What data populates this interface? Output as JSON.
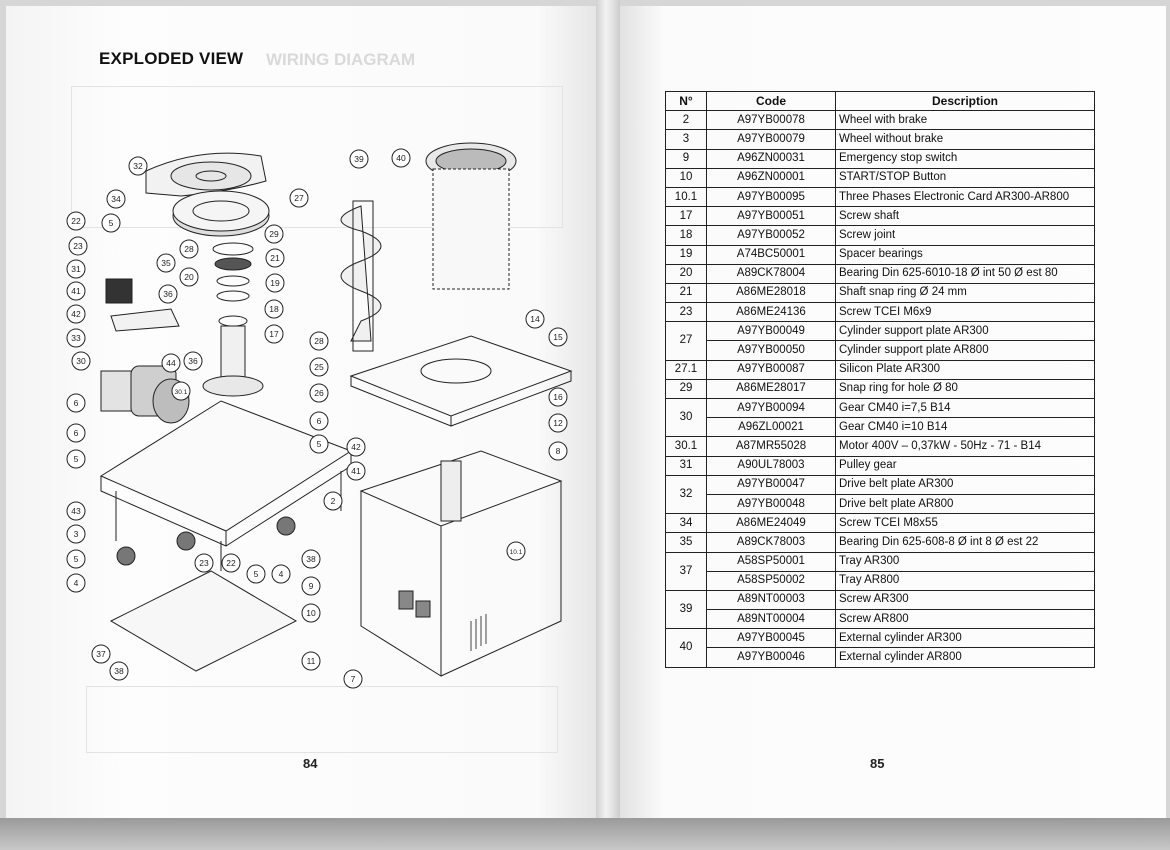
{
  "left_page": {
    "title": "EXPLODED VIEW",
    "ghost_heading": "WIRING DIAGRAM",
    "page_number": "84",
    "callouts": [
      "32",
      "39",
      "40",
      "34",
      "27",
      "5",
      "29",
      "22",
      "28",
      "35",
      "21",
      "23",
      "20",
      "19",
      "31",
      "41",
      "36",
      "42",
      "33",
      "18",
      "17",
      "30",
      "44",
      "36",
      "28",
      "14",
      "15",
      "25",
      "30.1",
      "26",
      "6",
      "6",
      "16",
      "12",
      "6",
      "5",
      "42",
      "8",
      "41",
      "5",
      "2",
      "43",
      "3",
      "38",
      "9",
      "10.1",
      "5",
      "23",
      "22",
      "5",
      "4",
      "4",
      "10",
      "37",
      "38",
      "11",
      "7"
    ]
  },
  "right_page": {
    "page_number": "85",
    "columns": [
      "N°",
      "Code",
      "Description"
    ],
    "groups": [
      {
        "n": "2",
        "rows": [
          {
            "code": "A97YB00078",
            "desc": "Wheel with brake"
          }
        ]
      },
      {
        "n": "3",
        "rows": [
          {
            "code": "A97YB00079",
            "desc": "Wheel without brake"
          }
        ]
      },
      {
        "n": "9",
        "rows": [
          {
            "code": "A96ZN00031",
            "desc": "Emergency stop switch"
          }
        ]
      },
      {
        "n": "10",
        "rows": [
          {
            "code": "A96ZN00001",
            "desc": "START/STOP Button"
          }
        ]
      },
      {
        "n": "10.1",
        "rows": [
          {
            "code": "A97YB00095",
            "desc": "Three Phases Electronic Card AR300-AR800"
          }
        ]
      },
      {
        "n": "17",
        "rows": [
          {
            "code": "A97YB00051",
            "desc": "Screw shaft"
          }
        ]
      },
      {
        "n": "18",
        "rows": [
          {
            "code": "A97YB00052",
            "desc": "Screw joint"
          }
        ]
      },
      {
        "n": "19",
        "rows": [
          {
            "code": "A74BC50001",
            "desc": "Spacer bearings"
          }
        ]
      },
      {
        "n": "20",
        "rows": [
          {
            "code": "A89CK78004",
            "desc": "Bearing Din 625-6010-18 Ø int 50 Ø est 80"
          }
        ]
      },
      {
        "n": "21",
        "rows": [
          {
            "code": "A86ME28018",
            "desc": "Shaft snap ring Ø 24 mm"
          }
        ]
      },
      {
        "n": "23",
        "rows": [
          {
            "code": "A86ME24136",
            "desc": "Screw TCEI M6x9"
          }
        ]
      },
      {
        "n": "27",
        "rows": [
          {
            "code": "A97YB00049",
            "desc": "Cylinder support plate AR300"
          },
          {
            "code": "A97YB00050",
            "desc": "Cylinder support plate AR800"
          }
        ]
      },
      {
        "n": "27.1",
        "rows": [
          {
            "code": "A97YB00087",
            "desc": "Silicon Plate AR300"
          }
        ]
      },
      {
        "n": "29",
        "rows": [
          {
            "code": "A86ME28017",
            "desc": "Snap ring for hole Ø 80"
          }
        ]
      },
      {
        "n": "30",
        "rows": [
          {
            "code": "A97YB00094",
            "desc": "Gear CM40 i=7,5 B14"
          },
          {
            "code": "A96ZL00021",
            "desc": "Gear CM40 i=10 B14"
          }
        ]
      },
      {
        "n": "30.1",
        "rows": [
          {
            "code": "A87MR55028",
            "desc": "Motor 400V – 0,37kW - 50Hz - 71 - B14"
          }
        ]
      },
      {
        "n": "31",
        "rows": [
          {
            "code": "A90UL78003",
            "desc": "Pulley gear"
          }
        ]
      },
      {
        "n": "32",
        "rows": [
          {
            "code": "A97YB00047",
            "desc": "Drive belt plate AR300"
          },
          {
            "code": "A97YB00048",
            "desc": "Drive belt plate AR800"
          }
        ]
      },
      {
        "n": "34",
        "rows": [
          {
            "code": "A86ME24049",
            "desc": "Screw TCEI M8x55"
          }
        ]
      },
      {
        "n": "35",
        "rows": [
          {
            "code": "A89CK78003",
            "desc": "Bearing Din 625-608-8 Ø int 8 Ø est 22"
          }
        ]
      },
      {
        "n": "37",
        "rows": [
          {
            "code": "A58SP50001",
            "desc": "Tray AR300"
          },
          {
            "code": "A58SP50002",
            "desc": "Tray AR800"
          }
        ]
      },
      {
        "n": "39",
        "rows": [
          {
            "code": "A89NT00003",
            "desc": "Screw AR300"
          },
          {
            "code": "A89NT00004",
            "desc": "Screw AR800"
          }
        ]
      },
      {
        "n": "40",
        "rows": [
          {
            "code": "A97YB00045",
            "desc": "External cylinder AR300"
          },
          {
            "code": "A97YB00046",
            "desc": "External cylinder AR800"
          }
        ]
      }
    ]
  }
}
